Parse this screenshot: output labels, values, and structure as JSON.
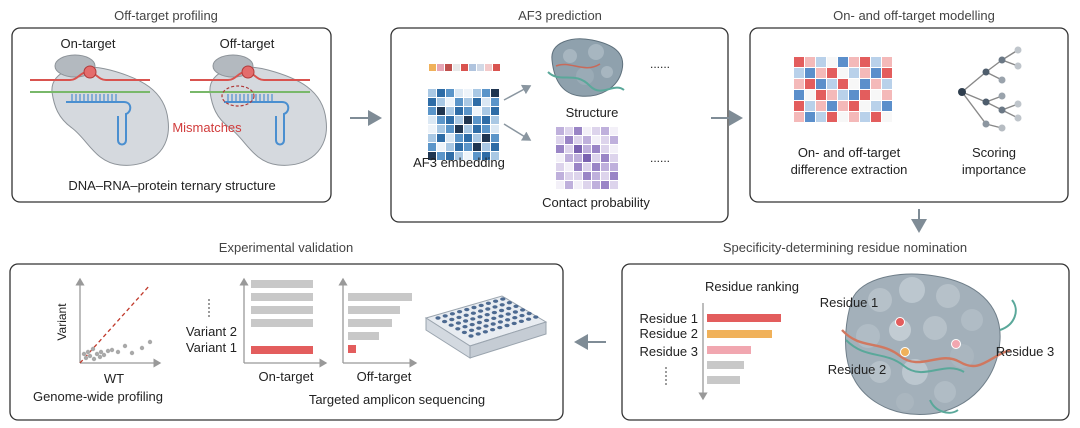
{
  "panels": {
    "off_target_profiling": {
      "title": "Off-target profiling",
      "on_target_label": "On-target",
      "off_target_label": "Off-target",
      "mismatches_label": "Mismatches",
      "caption": "DNA–RNA–protein ternary structure"
    },
    "af3_prediction": {
      "title": "AF3 prediction",
      "embedding_label": "AF3 embedding",
      "structure_label": "Structure",
      "contact_label": "Contact probability",
      "ellipsis": "......"
    },
    "modelling": {
      "title": "On- and off-target modelling",
      "difference_line1": "On- and off-target",
      "difference_line2": "difference extraction",
      "scoring_line1": "Scoring",
      "scoring_line2": "importance"
    },
    "nomination": {
      "title": "Specificity-determining residue nomination",
      "ranking_label": "Residue ranking",
      "residue_1": "Residue 1",
      "residue_2": "Residue 2",
      "residue_3": "Residue 3",
      "structure_residue_1": "Residue 1",
      "structure_residue_2": "Residue 2",
      "structure_residue_3": "Residue 3",
      "ranking_values": [
        1.0,
        0.88,
        0.6,
        0.5,
        0.45
      ]
    },
    "validation": {
      "title": "Experimental validation",
      "y_axis": "Variant",
      "x_axis": "WT",
      "genome_caption": "Genome-wide profiling",
      "variant_2": "Variant 2",
      "variant_1": "Variant 1",
      "on_target_axis": "On-target",
      "off_target_axis": "Off-target",
      "amplicon_caption": "Targeted amplicon sequencing",
      "on_target_bars": [
        1.0,
        1.0,
        1.0,
        1.0,
        1.0
      ],
      "off_target_bars": [
        1.0,
        0.82,
        0.68,
        0.48,
        0.12
      ]
    }
  },
  "colors": {
    "accent_red": "#d13b3b",
    "bar_red": "#e35d5d",
    "bar_orange": "#f0b15a",
    "bar_pink": "#f1a7b0",
    "bar_grey": "#c8c8c8",
    "arrow_grey": "#7f8c96"
  },
  "icons": [
    "arrow-right-icon",
    "arrow-down-icon",
    "arrow-left-icon",
    "tree-icon",
    "plate-icon"
  ]
}
